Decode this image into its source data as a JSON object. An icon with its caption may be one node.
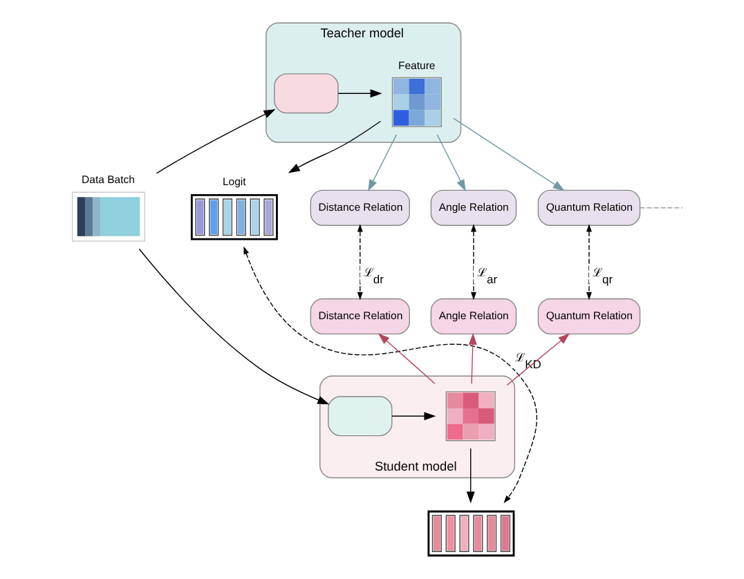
{
  "diagram": {
    "nodes": [
      {
        "text": [
          "Data Batch"
        ]
      },
      {
        "text": [
          "Teacher model"
        ]
      },
      {
        "text": [],
        "shape": "box",
        "in": 1
      },
      {
        "text": [
          "Feature"
        ],
        "in": 1
      },
      {
        "text": [
          "Logit"
        ]
      },
      {
        "text": [
          "Distance Relation"
        ]
      },
      {
        "text": [
          "Angle Relation"
        ]
      },
      {
        "text": [
          "Quantum Relation"
        ]
      },
      {
        "text": [
          "Distance Relation"
        ]
      },
      {
        "text": [
          "Angle Relation"
        ]
      },
      {
        "text": [
          "Quantum Relation"
        ]
      },
      {
        "text": [
          "Student model"
        ]
      },
      {
        "text": [],
        "shape": "box",
        "in": 11
      },
      {
        "text": [],
        "shape": "box",
        "in": 11
      },
      {
        "text": [],
        "shape": "box"
      }
    ],
    "edges": [
      {
        "from": 0,
        "to": 2,
        "arrow": "to"
      },
      {
        "from": 0,
        "to": 12,
        "arrow": "to"
      },
      {
        "from": 2,
        "to": 3,
        "arrow": "to"
      },
      {
        "from": 3,
        "to": 4,
        "arrow": "to"
      },
      {
        "from": 3,
        "to": 5,
        "arrow": "to",
        "color": "#6f9aa3"
      },
      {
        "from": 3,
        "to": 6,
        "arrow": "to",
        "color": "#6f9aa3"
      },
      {
        "from": 3,
        "to": 7,
        "arrow": "to",
        "color": "#6f9aa3"
      },
      {
        "from": 13,
        "to": 8,
        "arrow": "to",
        "color": "#b5475c"
      },
      {
        "from": 13,
        "to": 9,
        "arrow": "to",
        "color": "#b5475c"
      },
      {
        "from": 13,
        "to": 10,
        "arrow": "to",
        "color": "#b5475c"
      },
      {
        "from": 12,
        "to": 13,
        "arrow": "to"
      },
      {
        "from": 13,
        "to": 14,
        "arrow": "to"
      },
      {
        "from": 5,
        "to": 8,
        "arrow": "both",
        "style": "dashed",
        "label": "ℒ$_{dr}$"
      },
      {
        "from": 6,
        "to": 9,
        "arrow": "both",
        "style": "dashed",
        "label": "ℒ$_{ar}$"
      },
      {
        "from": 7,
        "to": 10,
        "arrow": "both",
        "style": "dashed",
        "label": "ℒ$_{qr}$"
      },
      {
        "from": 4,
        "to": 14,
        "arrow": "both",
        "style": "dashed",
        "label": "ℒ$_{KD}$"
      },
      {
        "from": 7,
        "to": null,
        "arrow": "none",
        "style": "dashed",
        "color": "#a0a0a0"
      }
    ]
  }
}
